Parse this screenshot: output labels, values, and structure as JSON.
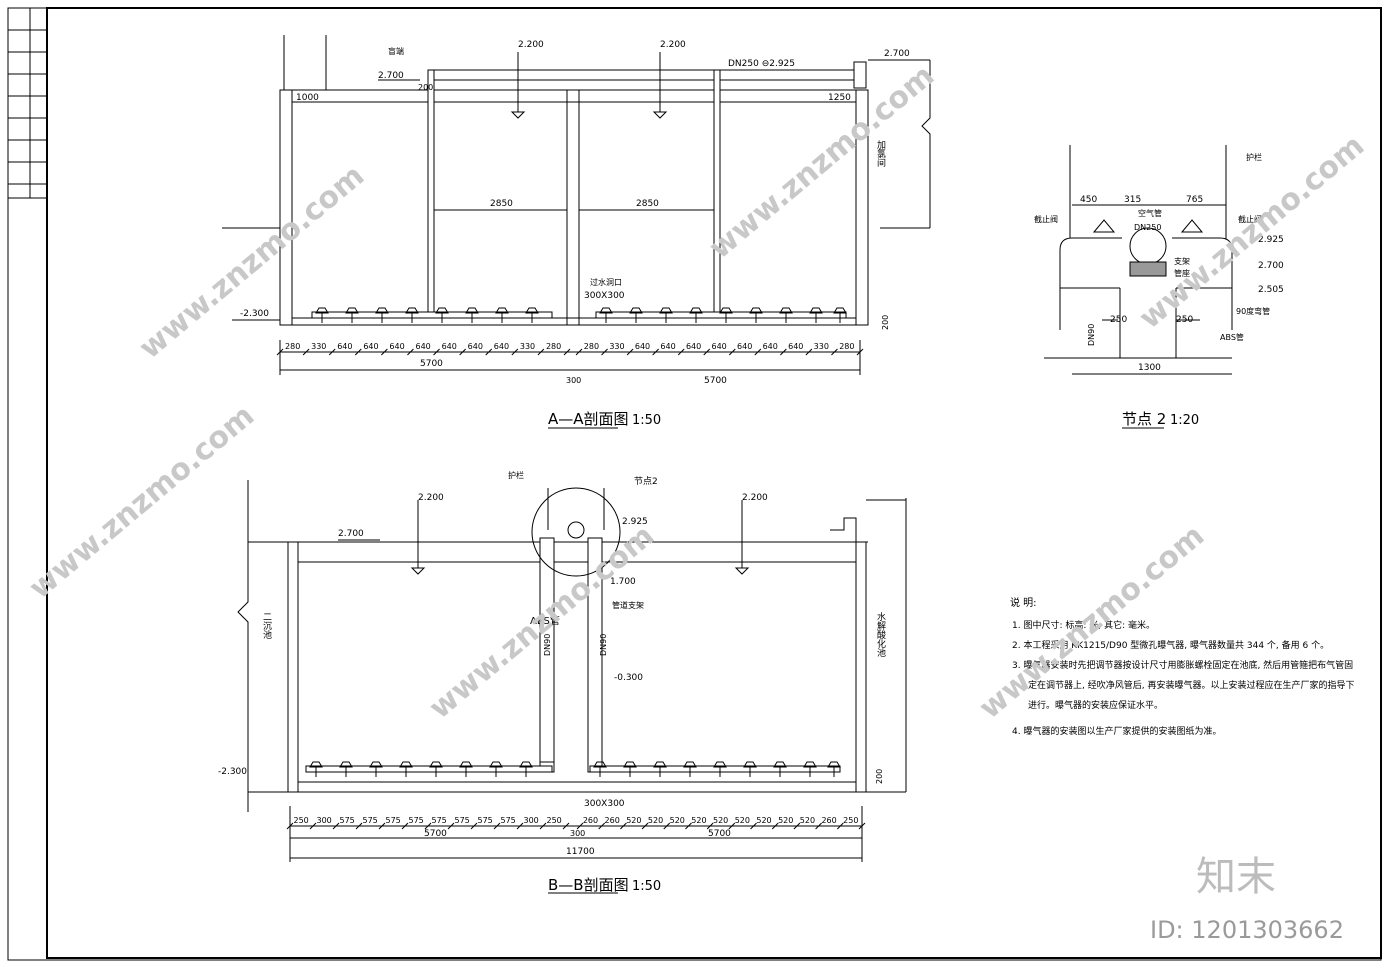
{
  "section_aa": {
    "title": "A—A剖面图",
    "scale": "1:50",
    "levels": {
      "top_left": "2.700",
      "top_right": "2.700",
      "water_1": "2.200",
      "water_2": "2.200",
      "bottom": "-2.300",
      "pipe": "DN250 ⊖2.925"
    },
    "labels": {
      "blind_end": "盲端",
      "overflow": "过水洞口",
      "overflow_size": "300X300",
      "room": "加氯间",
      "dim_left_top": "1000",
      "dim_right_top": "1250",
      "spacing_1": "2850",
      "spacing_2": "2850",
      "slab_200": "200",
      "small_200": "200"
    },
    "dims_left": [
      "280",
      "330",
      "640",
      "640",
      "640",
      "640",
      "640",
      "640",
      "640",
      "330",
      "280"
    ],
    "dims_right": [
      "280",
      "330",
      "640",
      "640",
      "640",
      "640",
      "640",
      "640",
      "640",
      "330",
      "280"
    ],
    "totals": [
      "5700",
      "300",
      "5700"
    ]
  },
  "detail_2": {
    "title": "节点 2",
    "scale": "1:20",
    "dims_top": [
      "450",
      "315",
      "765"
    ],
    "labels": {
      "rail": "护栏",
      "valve_l": "截止阀",
      "valve_r": "截止阀",
      "air_pipe": "空气管",
      "dn250": "DN250",
      "support": "支架",
      "pipe_seat": "管座",
      "abs": "ABS管",
      "elbow": "90度弯管",
      "dn90": "DN90",
      "d250_l": "250",
      "d250_r": "250",
      "width": "1300"
    },
    "levels": [
      "2.925",
      "2.700",
      "2.505"
    ]
  },
  "section_bb": {
    "title": "B—B剖面图",
    "scale": "1:50",
    "levels": {
      "top": "2.700",
      "water_1": "2.200",
      "water_2": "2.200",
      "node": "2.925",
      "mid": "1.700",
      "low": "-0.300",
      "bottom": "-2.300"
    },
    "labels": {
      "rail": "护栏",
      "node_ref": "节点2",
      "abs": "ABS管",
      "bracket": "管道支架",
      "dn90_l": "DN90",
      "dn90_r": "DN90",
      "overflow_size": "300X300",
      "left_pool": "二沉池",
      "right_pool": "水解酸化池",
      "slab_200": "200"
    },
    "dims_left": [
      "250",
      "300",
      "575",
      "575",
      "575",
      "575",
      "575",
      "575",
      "575",
      "575",
      "300",
      "250"
    ],
    "dims_right": [
      "260",
      "260",
      "520",
      "520",
      "520",
      "520",
      "520",
      "520",
      "520",
      "520",
      "520",
      "260",
      "250"
    ],
    "totals": [
      "5700",
      "300",
      "5700"
    ],
    "overall": "11700"
  },
  "notes": {
    "heading": "说  明:",
    "items": [
      "1. 图中尺寸: 标高: 米; 其它: 毫米。",
      "2. 本工程采用 KK1215/D90 型微孔曝气器, 曝气器数量共 344 个, 备用 6 个。",
      "3. 曝气器安装时先把调节器按设计尺寸用膨胀螺栓固定在池底, 然后用管箍把布气管固",
      "定在调节器上, 经吹净风管后, 再安装曝气器。以上安装过程应在生产厂家的指导下",
      "进行。曝气器的安装应保证水平。",
      "4. 曝气器的安装图以生产厂家提供的安装图纸为准。"
    ]
  },
  "title_block": {
    "stamp": "知末"
  },
  "watermark": {
    "site": "www.znzmo.com",
    "brand": "知末",
    "id": "ID: 1201303662"
  }
}
